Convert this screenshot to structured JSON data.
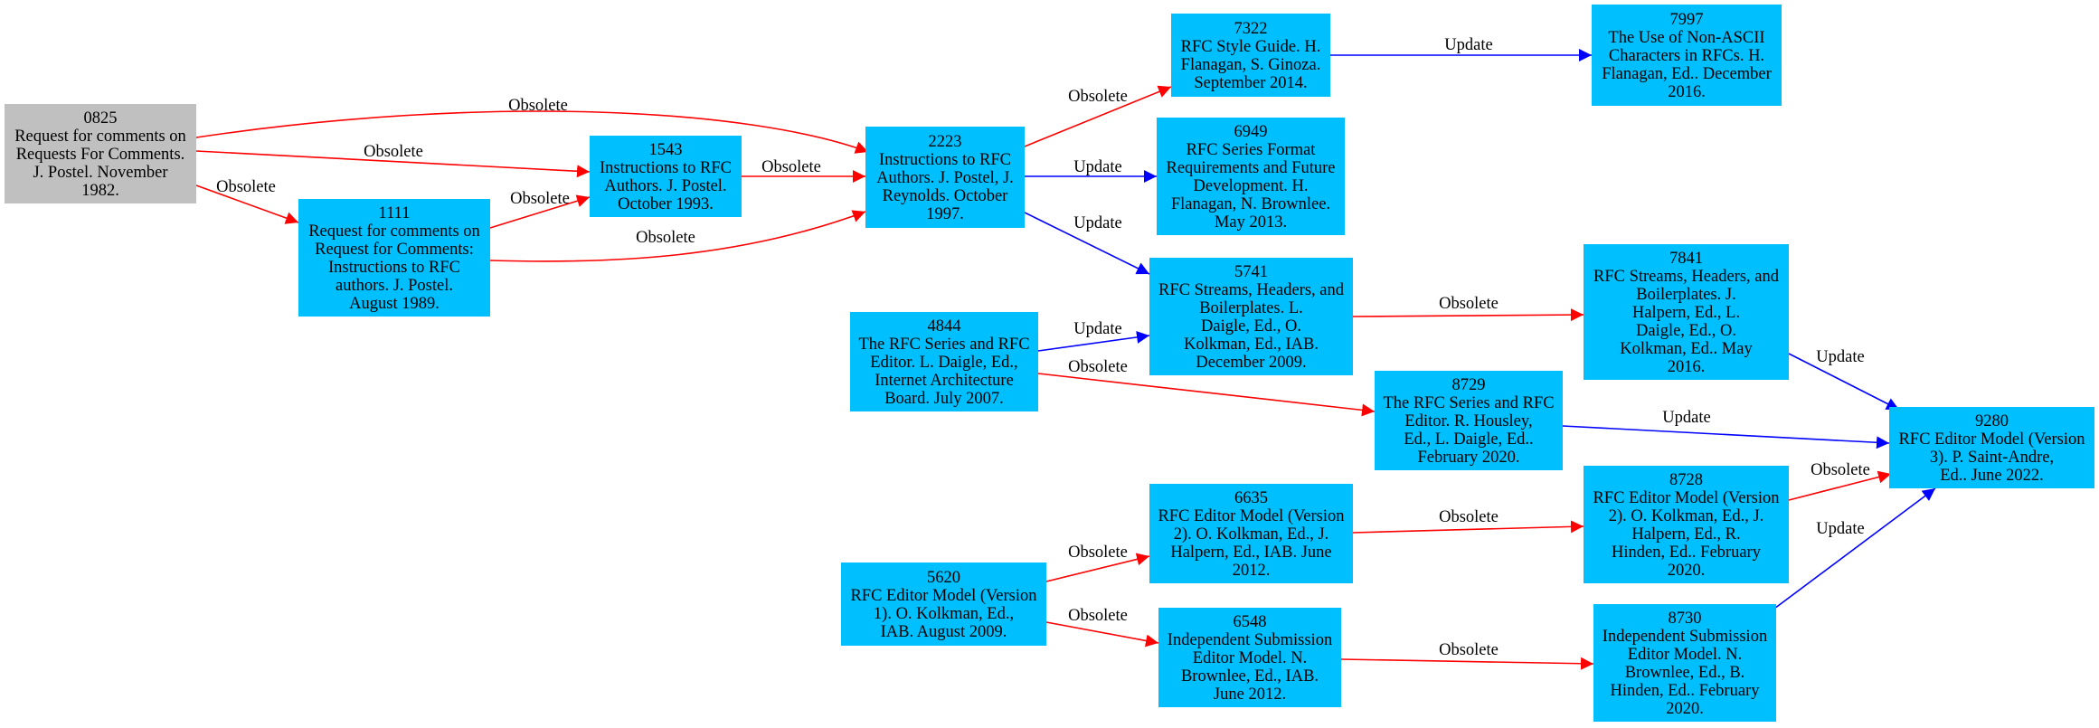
{
  "colors": {
    "node_default": "#00bfff",
    "node_root": "#c0c0c0",
    "obsolete_edge": "#ff0000",
    "update_edge": "#0000ff"
  },
  "nodes": [
    {
      "id": "0825",
      "lines": [
        "0825",
        "Request for comments on",
        "Requests For Comments.",
        "J. Postel. November",
        "1982."
      ],
      "root": true
    },
    {
      "id": "1111",
      "lines": [
        "1111",
        "Request for comments on",
        "Request for Comments:",
        "Instructions to RFC",
        "authors. J. Postel.",
        "August 1989."
      ]
    },
    {
      "id": "1543",
      "lines": [
        "1543",
        "Instructions to RFC",
        "Authors. J. Postel.",
        "October 1993."
      ]
    },
    {
      "id": "2223",
      "lines": [
        "2223",
        "Instructions to RFC",
        "Authors. J. Postel, J.",
        "Reynolds. October",
        "1997."
      ]
    },
    {
      "id": "7322",
      "lines": [
        "7322",
        "RFC Style Guide. H.",
        "Flanagan, S. Ginoza.",
        "September 2014."
      ]
    },
    {
      "id": "6949",
      "lines": [
        "6949",
        "RFC Series Format",
        "Requirements and Future",
        "Development. H.",
        "Flanagan, N. Brownlee.",
        "May 2013."
      ]
    },
    {
      "id": "5741",
      "lines": [
        "5741",
        "RFC Streams, Headers, and",
        "Boilerplates. L.",
        "Daigle, Ed., O.",
        "Kolkman, Ed., IAB.",
        "December 2009."
      ]
    },
    {
      "id": "4844",
      "lines": [
        "4844",
        "The RFC Series and RFC",
        "Editor. L. Daigle, Ed.,",
        "Internet Architecture",
        "Board. July 2007."
      ]
    },
    {
      "id": "7997",
      "lines": [
        "7997",
        "The Use of Non-ASCII",
        "Characters in RFCs. H.",
        "Flanagan, Ed.. December",
        "2016."
      ]
    },
    {
      "id": "7841",
      "lines": [
        "7841",
        "RFC Streams, Headers, and",
        "Boilerplates. J.",
        "Halpern, Ed., L.",
        "Daigle, Ed., O.",
        "Kolkman, Ed.. May",
        "2016."
      ]
    },
    {
      "id": "8729",
      "lines": [
        "8729",
        "The RFC Series and RFC",
        "Editor. R. Housley,",
        "Ed., L. Daigle, Ed..",
        "February 2020."
      ]
    },
    {
      "id": "9280",
      "lines": [
        "9280",
        "RFC Editor Model (Version",
        "3). P. Saint-Andre,",
        "Ed.. June 2022."
      ]
    },
    {
      "id": "6635",
      "lines": [
        "6635",
        "RFC Editor Model (Version",
        "2). O. Kolkman, Ed., J.",
        "Halpern, Ed., IAB. June",
        "2012."
      ]
    },
    {
      "id": "8728",
      "lines": [
        "8728",
        "RFC Editor Model (Version",
        "2). O. Kolkman, Ed., J.",
        "Halpern, Ed., R.",
        "Hinden, Ed.. February",
        "2020."
      ]
    },
    {
      "id": "5620",
      "lines": [
        "5620",
        "RFC Editor Model (Version",
        "1). O. Kolkman, Ed.,",
        "IAB. August 2009."
      ]
    },
    {
      "id": "6548",
      "lines": [
        "6548",
        "Independent Submission",
        "Editor Model. N.",
        "Brownlee, Ed., IAB.",
        "June 2012."
      ]
    },
    {
      "id": "8730",
      "lines": [
        "8730",
        "Independent Submission",
        "Editor Model. N.",
        "Brownlee, Ed., B.",
        "Hinden, Ed.. February",
        "2020."
      ]
    }
  ],
  "edges": [
    {
      "id": "0825-2223",
      "from": "0825",
      "to": "2223",
      "type": "obsolete",
      "label": "Obsolete"
    },
    {
      "id": "0825-1543",
      "from": "0825",
      "to": "1543",
      "type": "obsolete",
      "label": "Obsolete"
    },
    {
      "id": "0825-1111",
      "from": "0825",
      "to": "1111",
      "type": "obsolete",
      "label": "Obsolete"
    },
    {
      "id": "1111-1543",
      "from": "1111",
      "to": "1543",
      "type": "obsolete",
      "label": "Obsolete"
    },
    {
      "id": "1111-2223",
      "from": "1111",
      "to": "2223",
      "type": "obsolete",
      "label": "Obsolete"
    },
    {
      "id": "1543-2223",
      "from": "1543",
      "to": "2223",
      "type": "obsolete",
      "label": "Obsolete"
    },
    {
      "id": "2223-7322",
      "from": "2223",
      "to": "7322",
      "type": "obsolete",
      "label": "Obsolete"
    },
    {
      "id": "2223-6949",
      "from": "2223",
      "to": "6949",
      "type": "update",
      "label": "Update"
    },
    {
      "id": "2223-5741",
      "from": "2223",
      "to": "5741",
      "type": "update",
      "label": "Update"
    },
    {
      "id": "7322-7997",
      "from": "7322",
      "to": "7997",
      "type": "update",
      "label": "Update"
    },
    {
      "id": "4844-5741",
      "from": "4844",
      "to": "5741",
      "type": "update",
      "label": "Update"
    },
    {
      "id": "4844-8729",
      "from": "4844",
      "to": "8729",
      "type": "obsolete",
      "label": "Obsolete"
    },
    {
      "id": "5741-7841",
      "from": "5741",
      "to": "7841",
      "type": "obsolete",
      "label": "Obsolete"
    },
    {
      "id": "7841-9280",
      "from": "7841",
      "to": "9280",
      "type": "update",
      "label": "Update"
    },
    {
      "id": "8729-9280",
      "from": "8729",
      "to": "9280",
      "type": "update",
      "label": "Update"
    },
    {
      "id": "8728-9280",
      "from": "8728",
      "to": "9280",
      "type": "obsolete",
      "label": "Obsolete"
    },
    {
      "id": "8730-9280",
      "from": "8730",
      "to": "9280",
      "type": "update",
      "label": "Update"
    },
    {
      "id": "6635-8728",
      "from": "6635",
      "to": "8728",
      "type": "obsolete",
      "label": "Obsolete"
    },
    {
      "id": "5620-6635",
      "from": "5620",
      "to": "6635",
      "type": "obsolete",
      "label": "Obsolete"
    },
    {
      "id": "5620-6548",
      "from": "5620",
      "to": "6548",
      "type": "obsolete",
      "label": "Obsolete"
    },
    {
      "id": "6548-8730",
      "from": "6548",
      "to": "8730",
      "type": "obsolete",
      "label": "Obsolete"
    }
  ]
}
